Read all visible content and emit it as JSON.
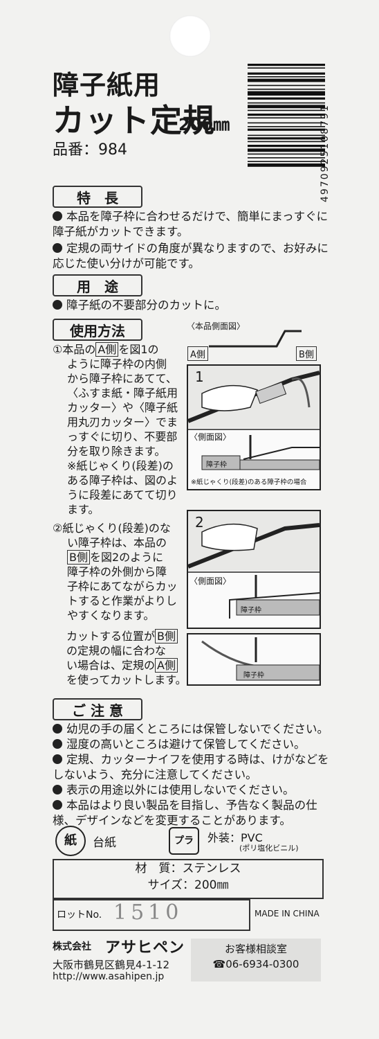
{
  "title": {
    "line1": "障子紙用",
    "line2": "カット定規",
    "size": "200㎜",
    "product_no": "品番：984"
  },
  "barcode": {
    "number": "4970925108791"
  },
  "sections": {
    "features": {
      "heading": "特　長",
      "items": [
        "本品を障子枠に合わせるだけで、簡単にまっすぐに障子紙がカットできます。",
        "定規の両サイドの角度が異なりますので、お好みに応じた使い分けが可能です。"
      ]
    },
    "use": {
      "heading": "用　途",
      "items": [
        "障子紙の不要部分のカットに。"
      ]
    },
    "howto": {
      "heading": "使用方法",
      "step1": [
        "①本品の",
        "A側",
        "を図1の",
        "ように障子枠の内側",
        "から障子枠にあてて、",
        "〈ふすま紙・障子紙用",
        "カッター〉や〈障子紙",
        "用丸刃カッター〉でま",
        "っすぐに切り、不要部",
        "分を取り除きます。",
        "※紙じゃくり(段差)の",
        "ある障子枠は、図のよ",
        "うに段差にあてて切り",
        "ます。"
      ],
      "step2": [
        "②紙じゃくり(段差)のな",
        "い障子枠は、本品の",
        "B側",
        "を図2のように",
        "障子枠の外側から障",
        "子枠にあてながらカッ",
        "トすると作業がよりし",
        "やすくなります。"
      ],
      "note": [
        "カットする位置が",
        "B側",
        "の定規の幅に合わな",
        "い場合は、定規の",
        "A側",
        "を使ってカットします。"
      ]
    },
    "caution": {
      "heading": "ご 注 意",
      "items": [
        "幼児の手の届くところには保管しないでください。",
        "湿度の高いところは避けて保管してください。",
        "定規、カッターナイフを使用する時は、けがなどをしないよう、充分に注意してください。",
        "表示の用途以外には使用しないでください。",
        "本品はより良い製品を目指し、予告なく製品の仕様、デザインなどを変更することがあります。"
      ]
    }
  },
  "figures": {
    "side_view_title": "〈本品側面図〉",
    "a_side": "A側",
    "b_side": "B側",
    "fig1_num": "1",
    "fig2_num": "2",
    "side_label": "〈側面図〉",
    "frame": "障子枠",
    "fig1_caption": "※紙じゃくり(段差)のある障子枠の場合"
  },
  "recycle": {
    "paper_icon": "紙",
    "paper_label": "台紙",
    "plastic_icon": "プラ",
    "plastic_label": "外装：PVC",
    "plastic_sub": "(ポリ塩化ビニル)"
  },
  "material": {
    "line1": "材　質：ステンレス",
    "line2": "サイズ：200㎜"
  },
  "lot": {
    "label": "ロットNo.",
    "value": "1510"
  },
  "made_in": "MADE IN CHINA",
  "company": {
    "name_prefix": "株式会社",
    "name": "アサヒペン",
    "address": "大阪市鶴見区鶴見4-1-12",
    "url": "http://www.asahipen.jp"
  },
  "contact": {
    "title": "お客様相談室",
    "phone": "☎06-6934-0300"
  }
}
